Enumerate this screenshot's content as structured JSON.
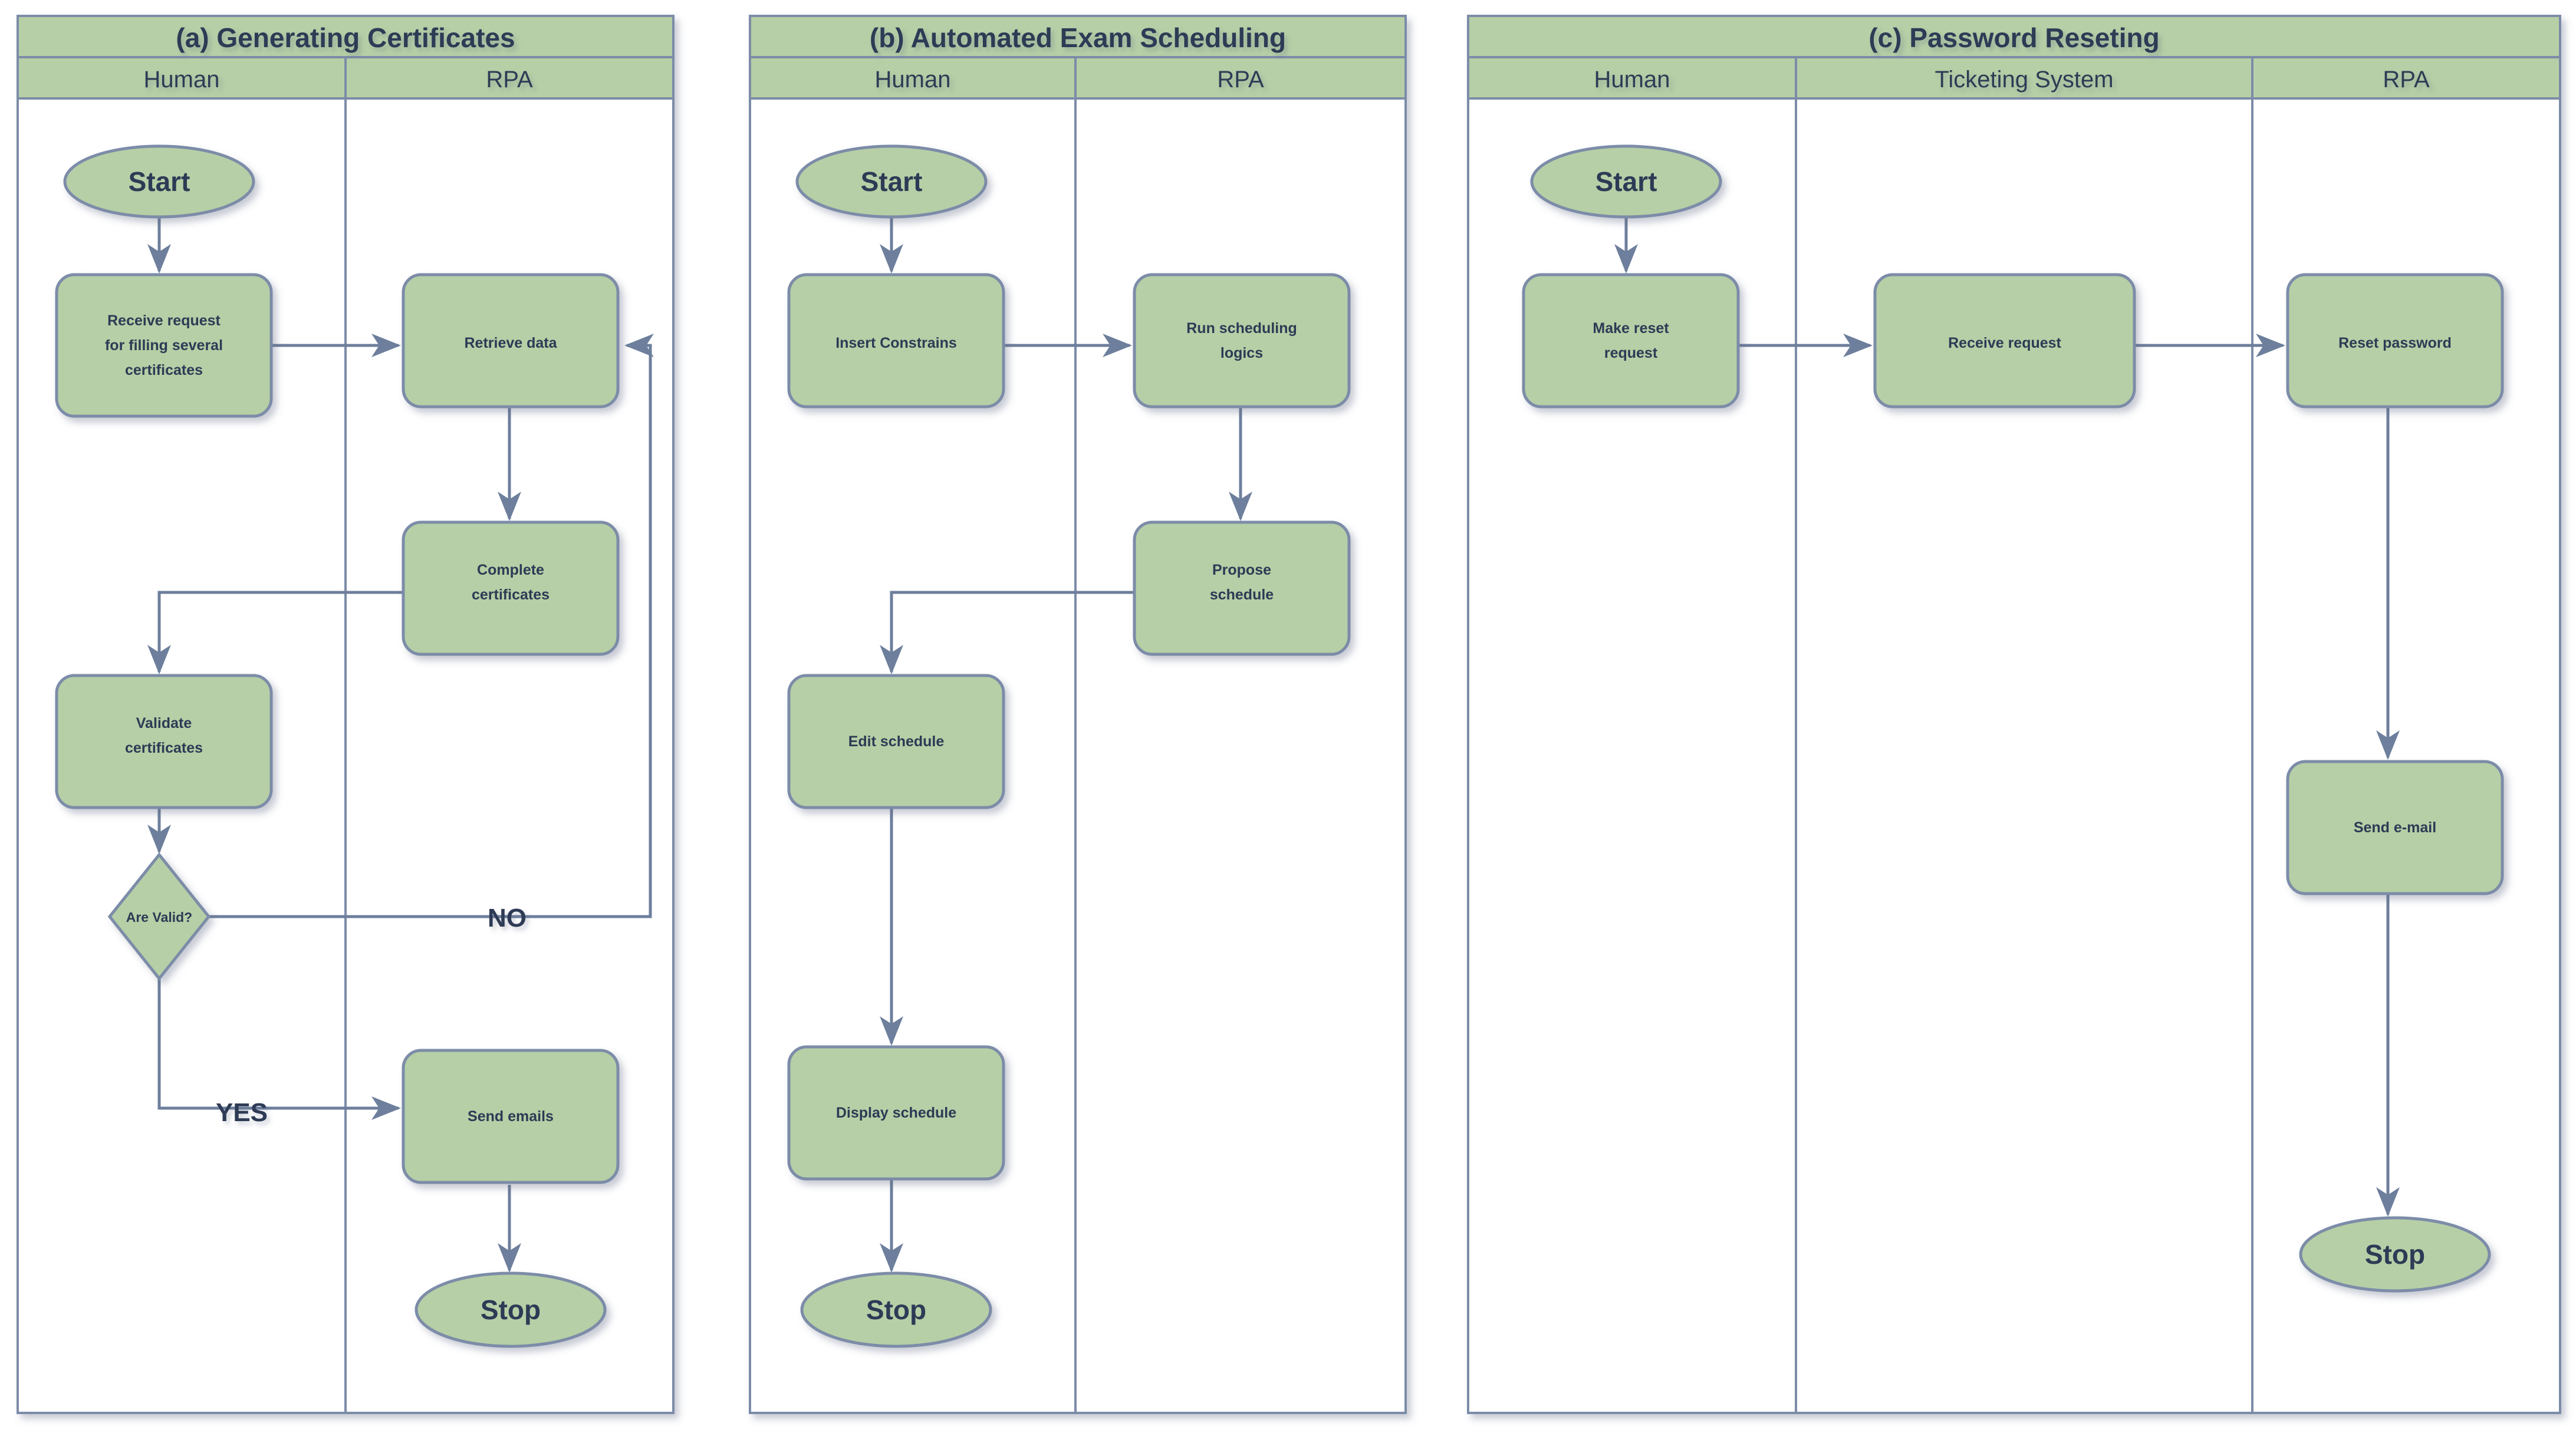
{
  "theme": {
    "node_fill": "#b6cfa6",
    "node_stroke": "#7c8ca8",
    "header_fill": "#b6cfa6",
    "panel_border": "#7c8ca8",
    "lane_divider": "#7c8ca8",
    "text_color": "#2e3a55",
    "arrow_color": "#6d7f9c",
    "page_background": "#ffffff"
  },
  "panels": [
    {
      "id": "a",
      "title": "(a) Generating Certificates",
      "lanes": [
        {
          "name": "Human"
        },
        {
          "name": "RPA"
        }
      ],
      "nodes": [
        {
          "id": "a-start",
          "kind": "terminator",
          "lane": "Human",
          "label": "Start"
        },
        {
          "id": "a-receive",
          "kind": "process",
          "lane": "Human",
          "label": "Receive request for filling several certificates"
        },
        {
          "id": "a-retrieve",
          "kind": "process",
          "lane": "RPA",
          "label": "Retrieve data"
        },
        {
          "id": "a-complete",
          "kind": "process",
          "lane": "RPA",
          "label": "Complete certificates"
        },
        {
          "id": "a-validate",
          "kind": "process",
          "lane": "Human",
          "label": "Validate certificates"
        },
        {
          "id": "a-decision",
          "kind": "decision",
          "lane": "Human",
          "label": "Are Valid?"
        },
        {
          "id": "a-send",
          "kind": "process",
          "lane": "RPA",
          "label": "Send emails"
        },
        {
          "id": "a-stop",
          "kind": "terminator",
          "lane": "RPA",
          "label": "Stop"
        }
      ],
      "edges": [
        {
          "from": "a-start",
          "to": "a-receive",
          "label": ""
        },
        {
          "from": "a-receive",
          "to": "a-retrieve",
          "label": ""
        },
        {
          "from": "a-retrieve",
          "to": "a-complete",
          "label": ""
        },
        {
          "from": "a-complete",
          "to": "a-validate",
          "label": ""
        },
        {
          "from": "a-validate",
          "to": "a-decision",
          "label": ""
        },
        {
          "from": "a-decision",
          "to": "a-retrieve",
          "label": "NO"
        },
        {
          "from": "a-decision",
          "to": "a-send",
          "label": "YES"
        },
        {
          "from": "a-send",
          "to": "a-stop",
          "label": ""
        }
      ]
    },
    {
      "id": "b",
      "title": "(b) Automated Exam Scheduling",
      "lanes": [
        {
          "name": "Human"
        },
        {
          "name": "RPA"
        }
      ],
      "nodes": [
        {
          "id": "b-start",
          "kind": "terminator",
          "lane": "Human",
          "label": "Start"
        },
        {
          "id": "b-insert",
          "kind": "process",
          "lane": "Human",
          "label": "Insert Constrains"
        },
        {
          "id": "b-run",
          "kind": "process",
          "lane": "RPA",
          "label": "Run scheduling logics"
        },
        {
          "id": "b-propose",
          "kind": "process",
          "lane": "RPA",
          "label": "Propose schedule"
        },
        {
          "id": "b-edit",
          "kind": "process",
          "lane": "Human",
          "label": "Edit schedule"
        },
        {
          "id": "b-display",
          "kind": "process",
          "lane": "Human",
          "label": "Display schedule"
        },
        {
          "id": "b-stop",
          "kind": "terminator",
          "lane": "Human",
          "label": "Stop"
        }
      ],
      "edges": [
        {
          "from": "b-start",
          "to": "b-insert",
          "label": ""
        },
        {
          "from": "b-insert",
          "to": "b-run",
          "label": ""
        },
        {
          "from": "b-run",
          "to": "b-propose",
          "label": ""
        },
        {
          "from": "b-propose",
          "to": "b-edit",
          "label": ""
        },
        {
          "from": "b-edit",
          "to": "b-display",
          "label": ""
        },
        {
          "from": "b-display",
          "to": "b-stop",
          "label": ""
        }
      ]
    },
    {
      "id": "c",
      "title": "(c) Password Reseting",
      "lanes": [
        {
          "name": "Human"
        },
        {
          "name": "Ticketing System"
        },
        {
          "name": "RPA"
        }
      ],
      "nodes": [
        {
          "id": "c-start",
          "kind": "terminator",
          "lane": "Human",
          "label": "Start"
        },
        {
          "id": "c-make",
          "kind": "process",
          "lane": "Human",
          "label": "Make reset request"
        },
        {
          "id": "c-receive",
          "kind": "process",
          "lane": "Ticketing System",
          "label": "Receive request"
        },
        {
          "id": "c-reset",
          "kind": "process",
          "lane": "RPA",
          "label": "Reset password"
        },
        {
          "id": "c-email",
          "kind": "process",
          "lane": "RPA",
          "label": "Send e-mail"
        },
        {
          "id": "c-stop",
          "kind": "terminator",
          "lane": "RPA",
          "label": "Stop"
        }
      ],
      "edges": [
        {
          "from": "c-start",
          "to": "c-make",
          "label": ""
        },
        {
          "from": "c-make",
          "to": "c-receive",
          "label": ""
        },
        {
          "from": "c-receive",
          "to": "c-reset",
          "label": ""
        },
        {
          "from": "c-reset",
          "to": "c-email",
          "label": ""
        },
        {
          "from": "c-email",
          "to": "c-stop",
          "label": ""
        }
      ]
    }
  ],
  "labels": {
    "panel_a_title": "(a) Generating Certificates",
    "panel_b_title": "(b) Automated Exam Scheduling",
    "panel_c_title": "(c) Password Reseting",
    "a_lane_human": "Human",
    "a_lane_rpa": "RPA",
    "b_lane_human": "Human",
    "b_lane_rpa": "RPA",
    "c_lane_human": "Human",
    "c_lane_ticketing": "Ticketing System",
    "c_lane_rpa": "RPA",
    "a_start": "Start",
    "a_receive_l1": "Receive request",
    "a_receive_l2": "for filling several",
    "a_receive_l3": "certificates",
    "a_retrieve": "Retrieve data",
    "a_complete_l1": "Complete",
    "a_complete_l2": "certificates",
    "a_validate_l1": "Validate",
    "a_validate_l2": "certificates",
    "a_decision": "Are Valid?",
    "a_no": "NO",
    "a_yes": "YES",
    "a_send": "Send emails",
    "a_stop": "Stop",
    "b_start": "Start",
    "b_insert": "Insert Constrains",
    "b_run_l1": "Run scheduling",
    "b_run_l2": "logics",
    "b_propose_l1": "Propose",
    "b_propose_l2": "schedule",
    "b_edit": "Edit schedule",
    "b_display": "Display schedule",
    "b_stop": "Stop",
    "c_start": "Start",
    "c_make_l1": "Make reset",
    "c_make_l2": "request",
    "c_receive": "Receive request",
    "c_reset": "Reset password",
    "c_email": "Send e-mail",
    "c_stop": "Stop"
  }
}
